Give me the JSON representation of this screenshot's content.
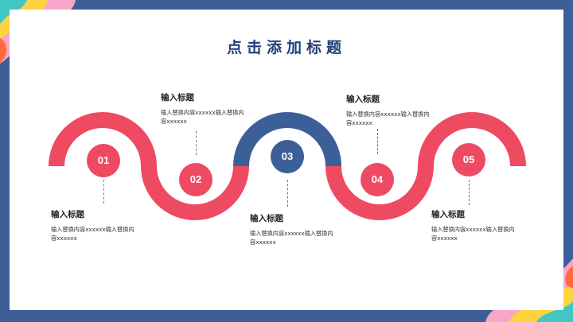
{
  "title": "点击添加标题",
  "steps": [
    {
      "num": "01",
      "heading": "输入标题",
      "text": "输入替换内容xxxxxx输入替换内容xxxxxx"
    },
    {
      "num": "02",
      "heading": "输入标题",
      "text": "输入替换内容xxxxxx输入替换内容xxxxxx"
    },
    {
      "num": "03",
      "heading": "输入标题",
      "text": "输入替换内容xxxxxx输入替换内容xxxxxx"
    },
    {
      "num": "04",
      "heading": "输入标题",
      "text": "输入替换内容xxxxxx输入替换内容xxxxxx"
    },
    {
      "num": "05",
      "heading": "输入标题",
      "text": "输入替换内容xxxxxx输入替换内容xxxxxx"
    }
  ],
  "colors": {
    "frame": "#3d5f97",
    "accent_red": "#ee4a62",
    "accent_blue": "#3d5f97",
    "title": "#1f3f7a"
  }
}
